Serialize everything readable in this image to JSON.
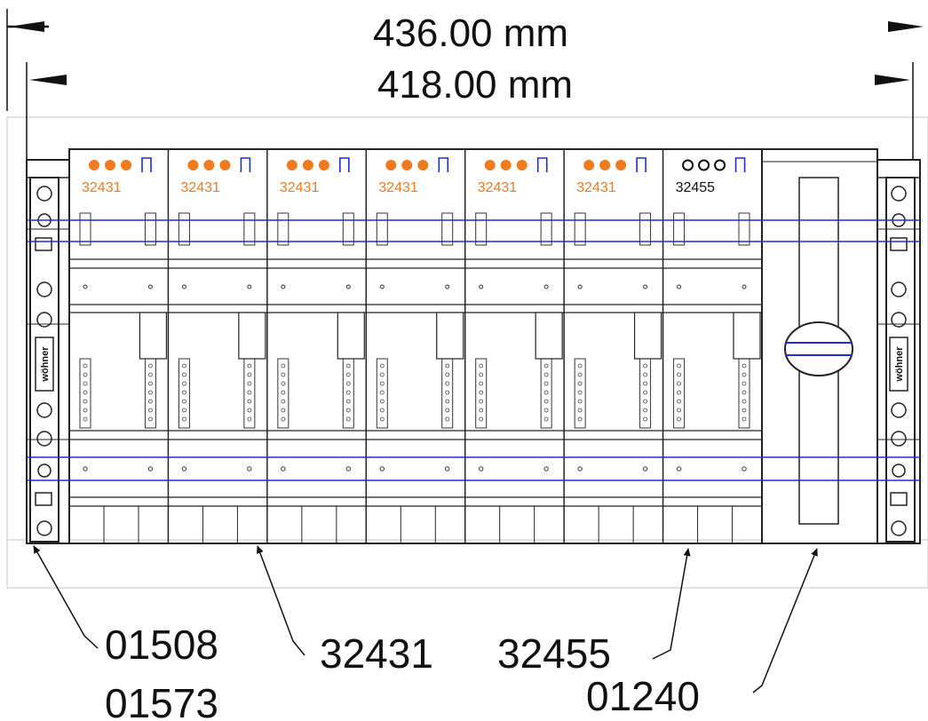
{
  "dimensions": {
    "outer": "436.00 mm",
    "inner": "418.00 mm"
  },
  "colors": {
    "line": "#111111",
    "frame": "#222222",
    "blue": "#1d2fd0",
    "orange": "#f07a1e",
    "grid_gray": "#d9d9d9",
    "bg": "#ffffff"
  },
  "modules": [
    {
      "code": "32431",
      "color": "orange"
    },
    {
      "code": "32431",
      "color": "orange"
    },
    {
      "code": "32431",
      "color": "orange"
    },
    {
      "code": "32431",
      "color": "orange"
    },
    {
      "code": "32431",
      "color": "orange"
    },
    {
      "code": "32431",
      "color": "orange"
    },
    {
      "code": "32455",
      "color": "black"
    }
  ],
  "end_brackets": {
    "label": "wöhner"
  },
  "callouts": {
    "end_bracket_a": "01508",
    "end_bracket_b": "01573",
    "module_32431": "32431",
    "module_32455": "32455",
    "cover": "01240"
  }
}
